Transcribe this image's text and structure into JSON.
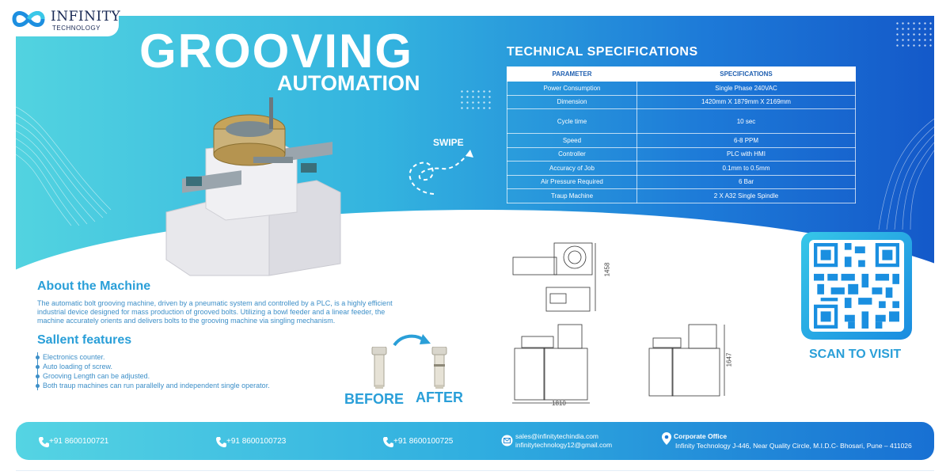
{
  "brand": {
    "name": "INFINITY",
    "sub": "TECHNOLOGY"
  },
  "hero": {
    "title": "GROOVING",
    "subtitle": "AUTOMATION",
    "swipe": "SWIPE"
  },
  "specs": {
    "title": "TECHNICAL SPECIFICATIONS",
    "headers": [
      "PARAMETER",
      "SPECIFICATIONS"
    ],
    "rows": [
      [
        "Power Consumption",
        "Single Phase 240VAC"
      ],
      [
        "Dimension",
        "1420mm X 1879mm X 2169mm"
      ],
      [
        "Cycle time",
        "10 sec"
      ],
      [
        "Speed",
        "6-8 PPM"
      ],
      [
        "Controller",
        "PLC with HMI"
      ],
      [
        "Accuracy of Job",
        "0.1mm to 0.5mm"
      ],
      [
        "Air Pressure Required",
        "6 Bar"
      ],
      [
        "Traup Machine",
        "2 X A32 Single Spindle"
      ]
    ]
  },
  "about": {
    "heading": "About the Machine",
    "text": "The automatic bolt grooving machine, driven by a pneumatic system and controlled by a PLC, is a highly efficient industrial device designed for mass production of grooved bolts. Utilizing a bowl feeder and a linear feeder, the machine accurately orients and delivers bolts to the grooving machine via singling mechanism."
  },
  "features": {
    "heading": "Sallent features",
    "items": [
      "Electronics counter.",
      "Auto loading of screw.",
      "Grooving Length can be adjusted.",
      "Both traup machines can run parallelly and independent single operator."
    ]
  },
  "comparison": {
    "before": "BEFORE",
    "after": "AFTER"
  },
  "dimensions": {
    "top_height": "1458",
    "front_width": "1810",
    "side_height": "1647"
  },
  "qr": {
    "label": "SCAN TO VISIT"
  },
  "footer": {
    "phone1": "+91 8600100721",
    "phone2": "+91 8600100723",
    "phone3": "+91 8600100725",
    "email1": "sales@infinitytechindia.com",
    "email2": "infinitytechnology12@gmail.com",
    "office_title": "Corporate Office",
    "office_address": "Infinity Technology J-446, Near Quality Circle,  M.I.D.C- Bhosari, Pune – 411026"
  },
  "colors": {
    "accent": "#2a9fd8",
    "hero_start": "#52d3e0",
    "hero_end": "#1459c9"
  }
}
